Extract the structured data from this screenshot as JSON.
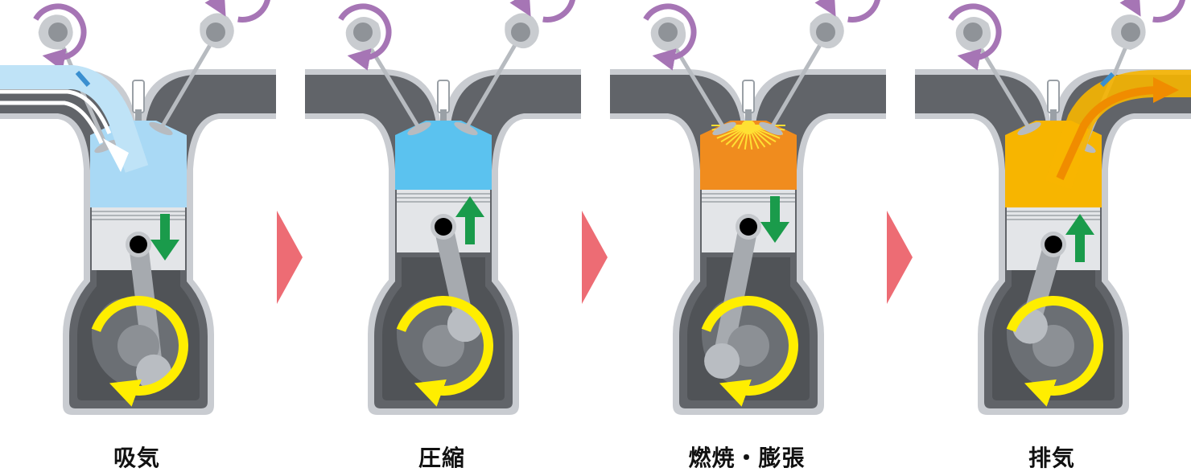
{
  "stages": [
    {
      "label": "吸気",
      "chamber_fill": "#a9d9f5",
      "piston_position": "bottom",
      "piston_motion": "down",
      "intake_valve": "open",
      "exhaust_valve": "closed",
      "intake_flow": "in",
      "exhaust_flow": "none",
      "ignition": false
    },
    {
      "label": "圧縮",
      "chamber_fill": "#5bc2ef",
      "piston_position": "top",
      "piston_motion": "up",
      "intake_valve": "closed",
      "exhaust_valve": "closed",
      "intake_flow": "none",
      "exhaust_flow": "none",
      "ignition": false
    },
    {
      "label": "燃焼・膨張",
      "chamber_fill": "#f08c1e",
      "piston_position": "top",
      "piston_motion": "down",
      "intake_valve": "closed",
      "exhaust_valve": "closed",
      "intake_flow": "none",
      "exhaust_flow": "none",
      "ignition": true
    },
    {
      "label": "排気",
      "chamber_fill": "#f7b500",
      "piston_position": "bottom",
      "piston_motion": "up",
      "intake_valve": "closed",
      "exhaust_valve": "open",
      "intake_flow": "none",
      "exhaust_flow": "out",
      "ignition": false
    }
  ],
  "colors": {
    "engine_body": "#616469",
    "engine_outline": "#c9ccd1",
    "engine_inner": "#505357",
    "piston": "#e3e5e8",
    "rod": "#a6aaaf",
    "crank": "#8c9095",
    "cam": "#c9ccd0",
    "cam_arrow": "#a675b5",
    "crank_arrow": "#ffee00",
    "motion_arrow": "#1a9b4b",
    "flow_arrow_intake": "#ffffff",
    "flow_arrow_exhaust": "#f08c00",
    "stage_arrow": "#ed6c74",
    "spark": "#ffe033"
  }
}
